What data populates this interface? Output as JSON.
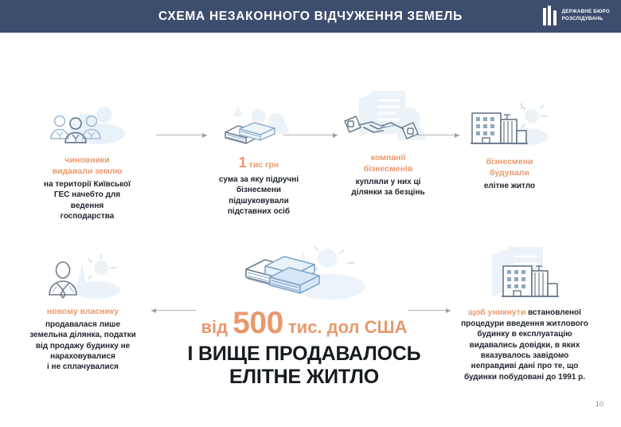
{
  "header": {
    "title": "СХЕМА НЕЗАКОННОГО ВІДЧУЖЕННЯ ЗЕМЕЛЬ",
    "logo_line1": "ДЕРЖАВНЕ БЮРО",
    "logo_line2": "РОЗСЛІДУВАНЬ",
    "bg_color": "#3d4d6e"
  },
  "colors": {
    "accent_orange": "#e8996d",
    "body_dark": "#20252e",
    "arrow_gray": "#b0b4bb",
    "icon_blue": "#cfe0f0",
    "icon_outline": "#5b6676"
  },
  "flow": {
    "nodes": [
      {
        "id": "officials",
        "icon": "three-people-icon",
        "accent_lines": [
          "чиновники",
          "видавали землю"
        ],
        "body_lines": [
          "на території Київської",
          "ГЕС начебто для",
          "ведення",
          "господарства"
        ]
      },
      {
        "id": "thousand-hryvnia",
        "icon": "money-stack-icon",
        "accent_num": "1",
        "accent_suffix": " тис грн",
        "body_lines": [
          "сума за яку підручні",
          "бізнесмени",
          "підшуковували",
          "підставних осіб"
        ]
      },
      {
        "id": "businessmen-companies",
        "icon": "handshake-document-icon",
        "accent_lines": [
          "компанії",
          "бізнесменів"
        ],
        "body_lines": [
          "купляли у них ці",
          "ділянки за безцінь"
        ]
      },
      {
        "id": "businessmen-built",
        "icon": "buildings-icon",
        "accent_lines": [
          "бізнесмени",
          "будували"
        ],
        "body_lines": [
          "елітне житло"
        ]
      }
    ],
    "arrows": [
      {
        "id": "arrow-1",
        "direction": "right"
      },
      {
        "id": "arrow-2",
        "direction": "right"
      },
      {
        "id": "arrow-3",
        "direction": "right"
      }
    ]
  },
  "hero": {
    "icon": "big-money-stack-icon",
    "pre": "від ",
    "number": "500",
    "post": " тис. дол США",
    "line2_a": "І ВИЩЕ ПРОДАВАЛОСЬ",
    "line2_b": "ЕЛІТНЕ ЖИТЛО"
  },
  "bottom": {
    "left": {
      "id": "new-owner",
      "icon": "person-suit-icon",
      "accent_lines": [
        "новому власнику"
      ],
      "body_lines": [
        "продавалася лише",
        "земельна ділянка, податки",
        "від продажу будинку не",
        "нараховувалися",
        "і не сплачувалися"
      ]
    },
    "right": {
      "id": "avoid-procedure",
      "icon": "documents-buildings-icon",
      "accent_inline": "щоб уникнути",
      "body_inline": " встановленої",
      "body_lines": [
        "процедури введення житлового",
        "будинку в експлуатацію",
        "видавались довідки, в яких",
        "вказувалось завідомо",
        "неправдиві дані про те, що",
        "будинки побудовані до 1991 р."
      ]
    },
    "arrow_left": {
      "id": "arrow-bottom-left",
      "direction": "left"
    },
    "arrow_right": {
      "id": "arrow-bottom-right",
      "direction": "right"
    }
  },
  "footer": {
    "page_number": "10"
  }
}
